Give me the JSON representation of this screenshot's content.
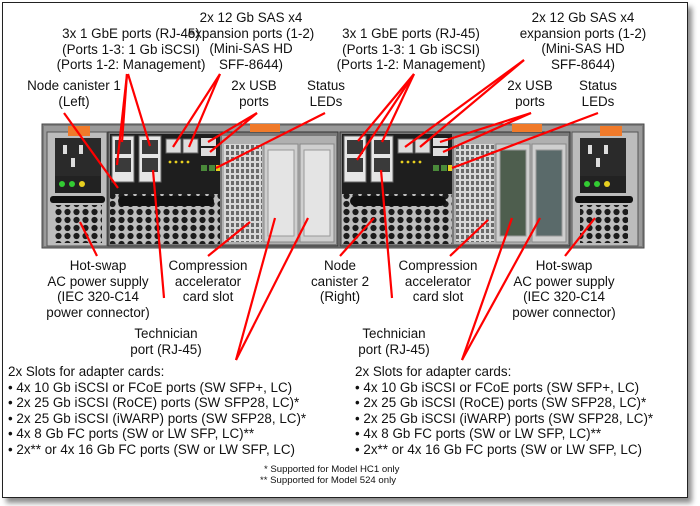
{
  "diagram": {
    "labels": {
      "gbe_ports_left": [
        "3x 1 GbE ports (RJ-45)",
        "(Ports 1-3: 1 Gb iSCSI)",
        "(Ports 1-2: Management)"
      ],
      "sas_ports_left": [
        "2x 12 Gb SAS x4",
        "expansion ports (1-2)",
        "(Mini-SAS HD",
        "SFF-8644)"
      ],
      "gbe_ports_right": [
        "3x 1 GbE ports (RJ-45)",
        "(Ports 1-3: 1 Gb iSCSI)",
        "(Ports 1-2: Management)"
      ],
      "sas_ports_right": [
        "2x 12 Gb SAS x4",
        "expansion ports (1-2)",
        "(Mini-SAS HD",
        "SFF-8644)"
      ],
      "node_canister_1": [
        "Node canister 1",
        "(Left)"
      ],
      "usb_left": [
        "2x USB",
        "ports"
      ],
      "status_left": [
        "Status",
        "LEDs"
      ],
      "usb_right": [
        "2x USB",
        "ports"
      ],
      "status_right": [
        "Status",
        "LEDs"
      ],
      "psu_left": [
        "Hot-swap",
        "AC power supply",
        "(IEC 320-C14",
        "power connector)"
      ],
      "compression_left": [
        "Compression",
        "accelerator",
        "card slot"
      ],
      "node_canister_2": [
        "Node",
        "canister 2",
        "(Right)"
      ],
      "compression_right": [
        "Compression",
        "accelerator",
        "card slot"
      ],
      "psu_right": [
        "Hot-swap",
        "AC power supply",
        "(IEC 320-C14",
        "power connector)"
      ],
      "technician_left": [
        "Technician",
        "port (RJ-45)"
      ],
      "technician_right": [
        "Technician",
        "port (RJ-45)"
      ]
    },
    "adapter_slots_left": {
      "title": "2x Slots for adapter cards:",
      "items": [
        "• 4x 10 Gb iSCSI or FCoE ports (SW SFP+, LC)",
        "• 2x 25 Gb iSCSI (RoCE) ports (SW SFP28, LC)*",
        "• 2x 25 Gb iSCSI (iWARP) ports (SW SFP28, LC)*",
        "• 4x 8 Gb FC ports (SW or LW SFP, LC)**",
        "• 2x** or 4x 16 Gb FC ports (SW or LW SFP, LC)"
      ]
    },
    "adapter_slots_right": {
      "title": "2x Slots for adapter cards:",
      "items": [
        "• 4x 10 Gb iSCSI or FCoE ports (SW SFP+, LC)",
        "• 2x 25 Gb iSCSI (RoCE) ports (SW SFP28, LC)*",
        "• 2x 25 Gb iSCSI (iWARP) ports (SW SFP28, LC)*",
        "• 4x 8 Gb FC ports (SW or LW SFP, LC)**",
        "• 2x** or 4x 16 Gb FC ports (SW or LW SFP, LC)"
      ]
    },
    "footnotes": [
      "* Supported for Model HC1 only",
      "** Supported for Model 524 only"
    ],
    "colors": {
      "callout": "#ff0000",
      "chassis": "#8a8a8a",
      "handle": "#f07a2a",
      "led_green": "#33cc33",
      "led_yellow": "#e8d020"
    }
  }
}
